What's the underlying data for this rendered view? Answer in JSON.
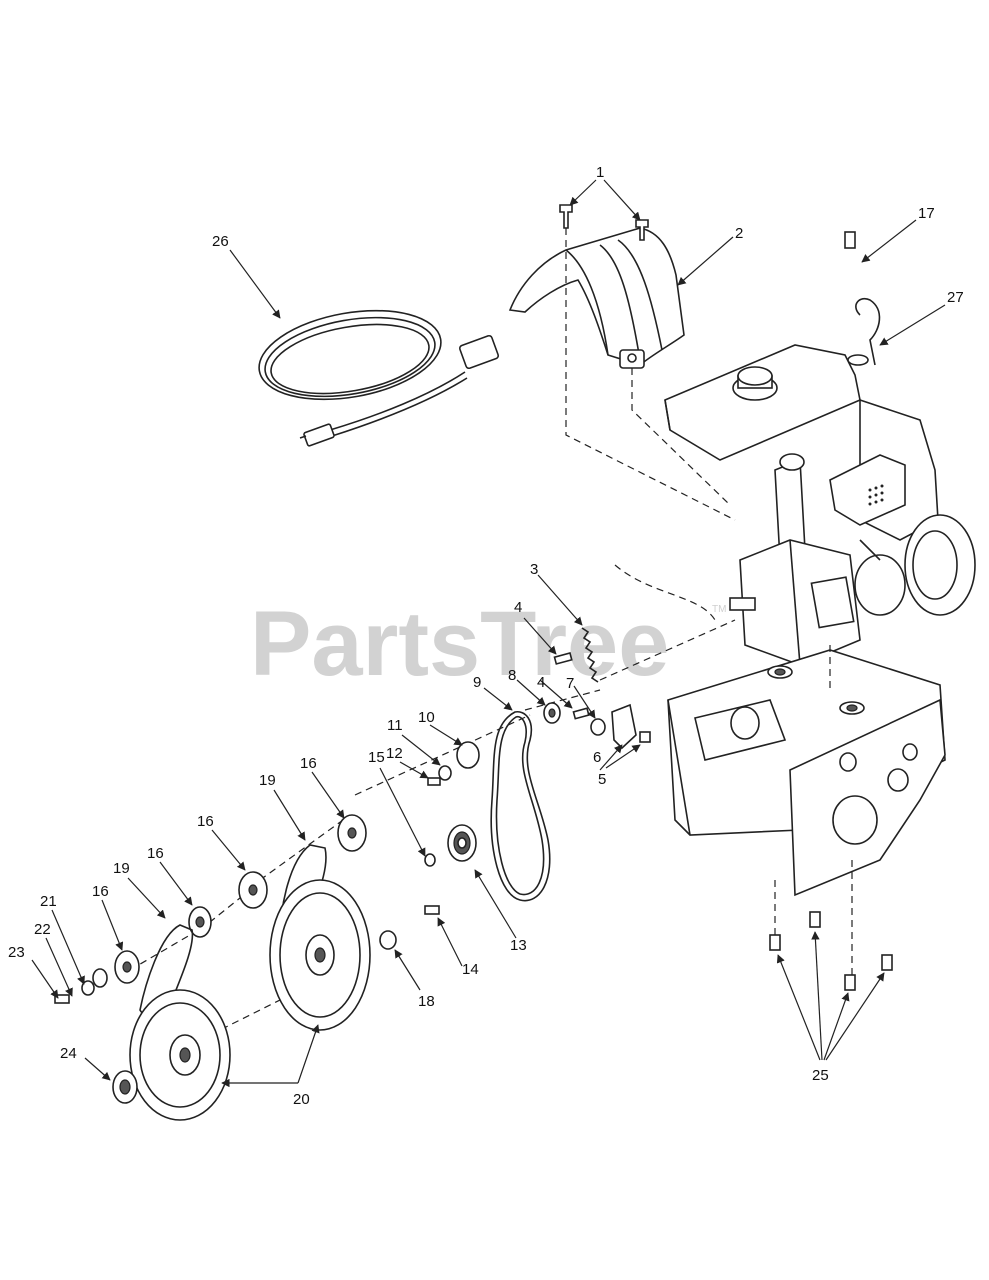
{
  "watermark": {
    "text": "PartsTree",
    "trademark": "TM"
  },
  "callouts": [
    "1",
    "2",
    "3",
    "4",
    "4",
    "5",
    "6",
    "7",
    "8",
    "9",
    "10",
    "11",
    "12",
    "13",
    "14",
    "15",
    "16",
    "16",
    "16",
    "16",
    "17",
    "18",
    "19",
    "19",
    "20",
    "21",
    "22",
    "23",
    "24",
    "25",
    "26",
    "27"
  ]
}
